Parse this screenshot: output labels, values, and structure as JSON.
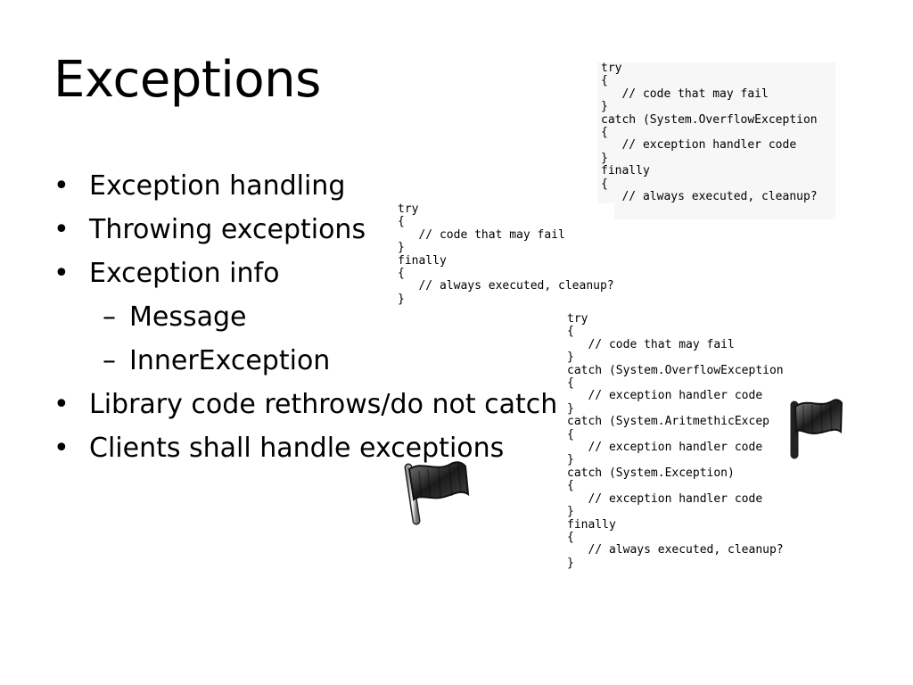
{
  "slide": {
    "title": "Exceptions",
    "bullets": [
      {
        "level": 1,
        "marker": "•",
        "text": "Exception handling"
      },
      {
        "level": 1,
        "marker": "•",
        "text": "Throwing exceptions"
      },
      {
        "level": 1,
        "marker": "•",
        "text": "Exception info"
      },
      {
        "level": 2,
        "marker": "–",
        "text": "Message"
      },
      {
        "level": 2,
        "marker": "–",
        "text": "InnerException"
      },
      {
        "level": 1,
        "marker": "•",
        "text": "Library code rethrows/do not catch"
      },
      {
        "level": 1,
        "marker": "•",
        "text": "Clients shall handle exceptions"
      }
    ],
    "code_blocks": {
      "try_catch_finally": "try\n{\n   // code that may fail\n}\ncatch (System.OverflowException\n{\n   // exception handler code\n}\nfinally\n{\n   // always executed, cleanup?\n}",
      "try_finally": "try\n{\n   // code that may fail\n}\nfinally\n{\n   // always executed, cleanup?\n}",
      "multi_catch": "try\n{\n   // code that may fail\n}\ncatch (System.OverflowException\n{\n   // exception handler code\n}\ncatch (System.AritmethicExcep\n{\n   // exception handler code\n}\ncatch (System.Exception)\n{\n   // exception handler code\n}\nfinally\n{\n   // always executed, cleanup?\n}"
    },
    "icons": [
      "flag-icon",
      "flag-icon"
    ],
    "colors": {
      "background": "#ffffff",
      "text": "#000000",
      "code_panel": "#f7f7f7"
    }
  }
}
